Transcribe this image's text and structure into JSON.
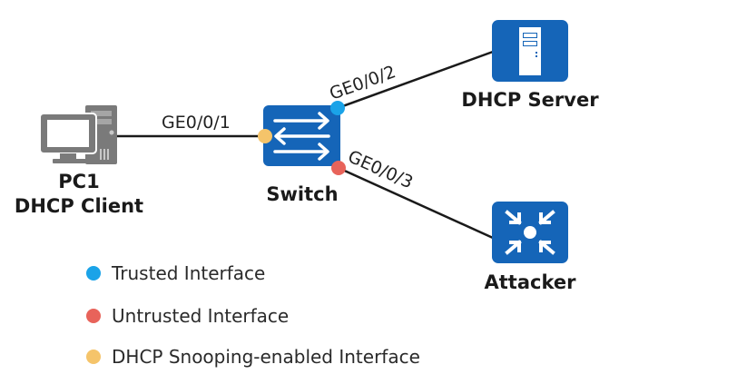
{
  "title": "DHCP Snooping Trusted/Untrusted Interface Topology",
  "colors": {
    "device_blue": "#1565b8",
    "pc_gray": "#7a7a7a",
    "link": "#1a1a1a",
    "trusted": "#1aa3e8",
    "untrusted": "#e8635a",
    "snooping": "#f5c46a"
  },
  "nodes": {
    "pc": {
      "name": "PC1",
      "role": "DHCP Client",
      "icon": "desktop-pc-icon"
    },
    "switch": {
      "name": "Switch",
      "icon": "switch-icon"
    },
    "server": {
      "name": "DHCP Server",
      "icon": "server-icon"
    },
    "attacker": {
      "name": "Attacker",
      "icon": "attacker-icon"
    }
  },
  "links": [
    {
      "from": "pc",
      "to": "switch",
      "port": "GE0/0/1",
      "port_type": "snooping"
    },
    {
      "from": "switch",
      "to": "server",
      "port": "GE0/0/2",
      "port_type": "trusted"
    },
    {
      "from": "switch",
      "to": "attacker",
      "port": "GE0/0/3",
      "port_type": "untrusted"
    }
  ],
  "legend": [
    {
      "type": "trusted",
      "label": "Trusted Interface"
    },
    {
      "type": "untrusted",
      "label": "Untrusted Interface"
    },
    {
      "type": "snooping",
      "label": "DHCP Snooping-enabled Interface"
    }
  ]
}
